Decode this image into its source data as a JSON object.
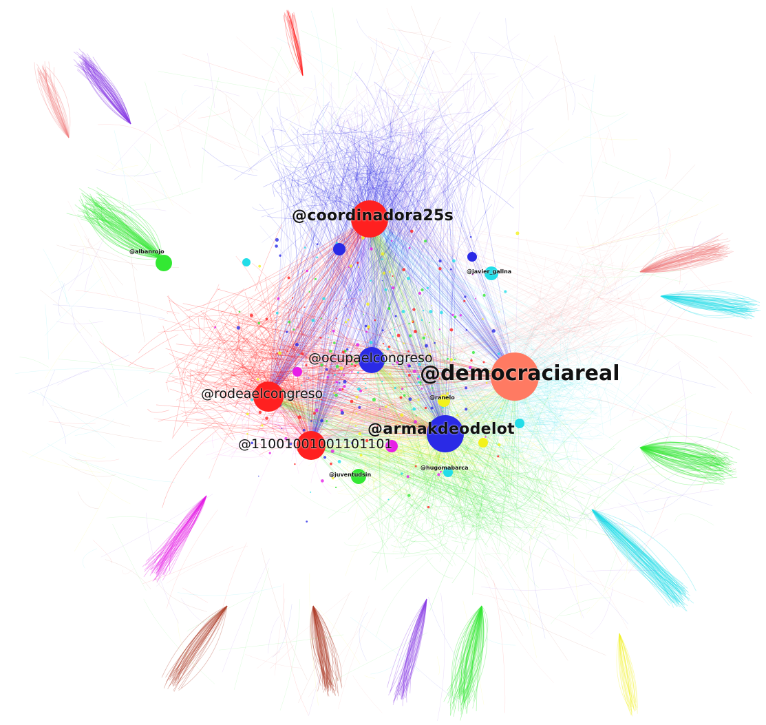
{
  "graph": {
    "colors": {
      "red": "#ff2020",
      "salmon": "#ff7a62",
      "blue": "#2a2ae6",
      "green": "#33e833",
      "cyan": "#22dde8",
      "yellow": "#f2f21c",
      "magenta": "#e61ee6",
      "purple": "#8a3ce6",
      "brown": "#b0402a",
      "pink": "#f08080"
    },
    "hubs": [
      {
        "id": "democraciareal",
        "label": "@democraciareal",
        "color": "salmon"
      },
      {
        "id": "armakdeodelot",
        "label": "@armakdeodelot",
        "color": "blue"
      },
      {
        "id": "coordinadora25s",
        "label": "@coordinadora25s",
        "color": "red"
      },
      {
        "id": "rodeaelcongreso",
        "label": "@rodeaelcongreso",
        "color": "red"
      },
      {
        "id": "ocupaelcongreso",
        "label": "@ocupaelcongreso",
        "color": "blue"
      },
      {
        "id": "binary",
        "label": "@11001001001101101",
        "color": "red"
      }
    ],
    "minor_labels": {
      "albanrojo": "@albanrojo",
      "javier_gallna": "@javier_gallna",
      "juventudsin": "@juventudsin",
      "hugomabarca": "@hugomabarca",
      "ranelo": "@ranelo"
    }
  }
}
